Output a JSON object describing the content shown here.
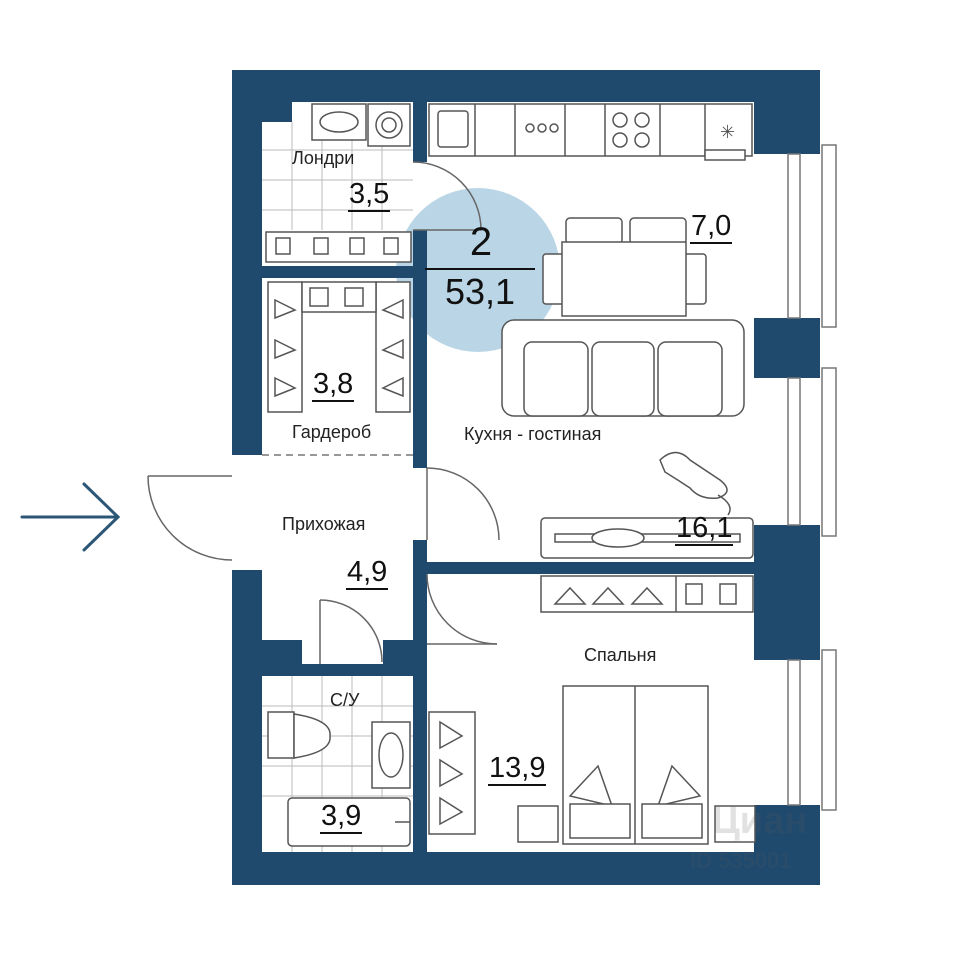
{
  "plan": {
    "rooms_count": "2",
    "total_area": "53,1",
    "rooms": [
      {
        "id": "laundry",
        "label": "Лондри",
        "area": "3,5"
      },
      {
        "id": "wardrobe",
        "label": "Гардероб",
        "area": "3,8"
      },
      {
        "id": "hallway",
        "label": "Прихожая",
        "area": "4,9"
      },
      {
        "id": "bathroom",
        "label": "С/У",
        "area": "3,9"
      },
      {
        "id": "living",
        "label": "Кухня - гостиная",
        "area": "16,1"
      },
      {
        "id": "kitchen",
        "label": "",
        "area": "7,0"
      },
      {
        "id": "bedroom",
        "label": "Спальня",
        "area": "13,9"
      }
    ]
  },
  "watermark": {
    "brand": "Циан",
    "id_text": "ID 535001"
  },
  "colors": {
    "wall": "#1f4a6e",
    "accent_circle": "#a9cce0",
    "line": "#555555",
    "arrow": "#2b5676"
  },
  "icons": [
    "entrance-arrow-icon",
    "sink-icon",
    "washing-machine-icon",
    "stove-icon",
    "fan-icon",
    "hanger-icon",
    "cat-icon",
    "bathtub-icon",
    "toilet-icon",
    "bed-icon"
  ]
}
